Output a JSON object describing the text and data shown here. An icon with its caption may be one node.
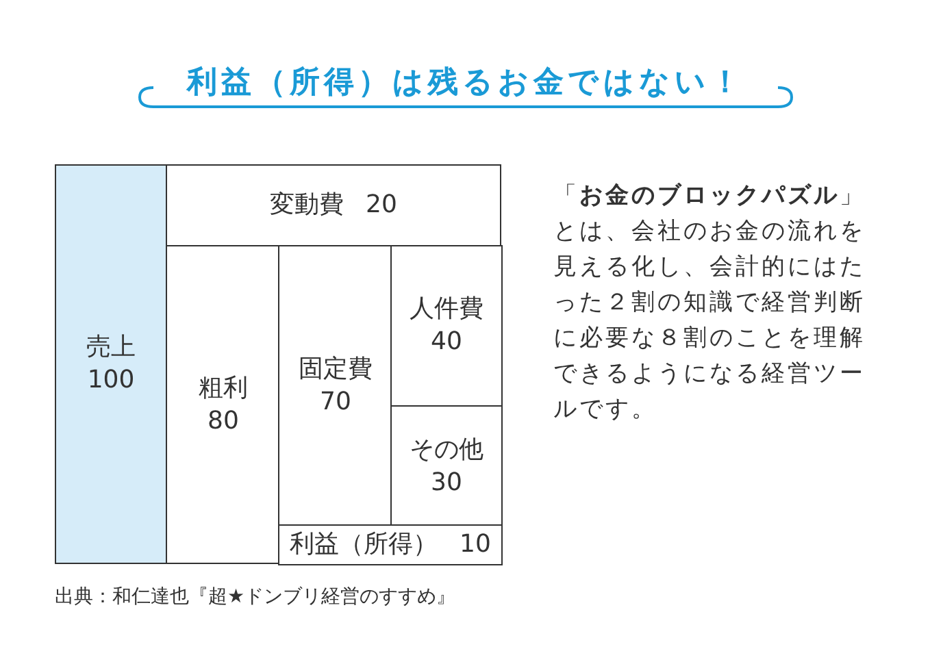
{
  "diagram": {
    "title": "利益（所得）は残るお金ではない！",
    "caption": "出典：和仁達也『超★ドンブリ経営のすすめ』",
    "nodes": [
      {
        "text": [
          "売上",
          "100"
        ]
      },
      {
        "text": [
          "変動費",
          "20"
        ]
      },
      {
        "text": [
          "粗利",
          "80"
        ]
      },
      {
        "text": [
          "固定費",
          "70"
        ],
        "in": 2
      },
      {
        "text": [
          "人件費",
          "40"
        ],
        "in": 3
      },
      {
        "text": [
          "その他",
          "30"
        ],
        "in": 3
      },
      {
        "text": [
          "利益（所得）",
          "10"
        ],
        "in": 2
      }
    ],
    "labels": [
      "「**お金のブロックパズル**」とは、会社のお金の流れを見える化し、会計的にはたった２割の知識で経営判断に必要な８割のことを理解できるようになる経営ツールです。"
    ]
  }
}
